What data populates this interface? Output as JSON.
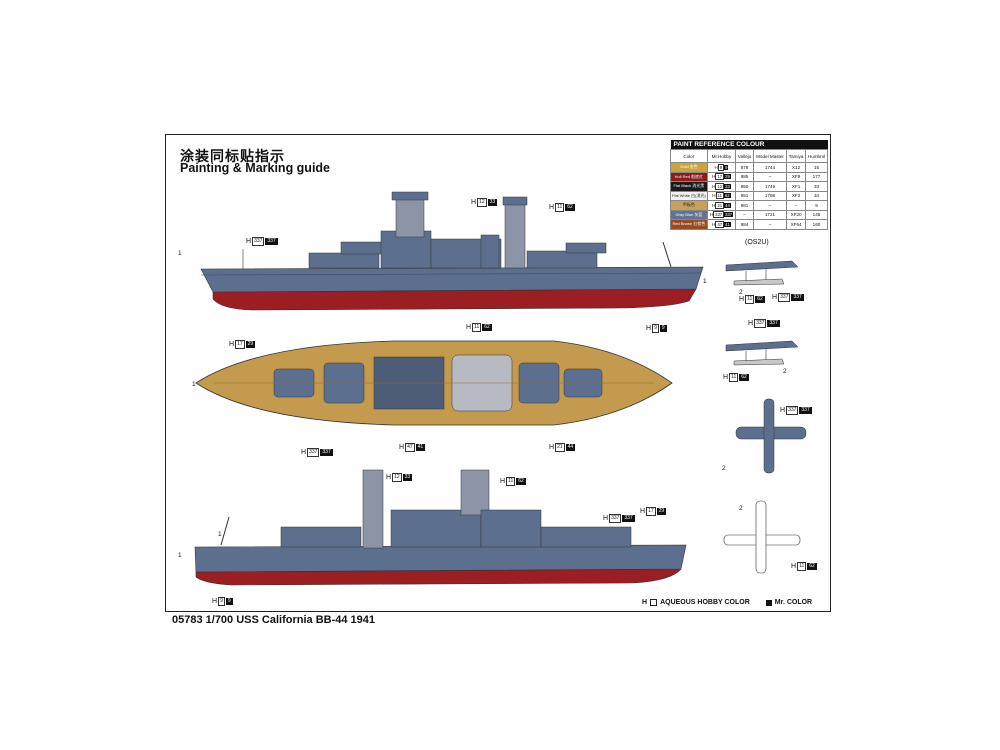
{
  "title_cn": "涂装同标贴指示",
  "title_en": "Painting & Marking guide",
  "footer": "05783 1/700 USS California BB-44 1941",
  "paint_table": {
    "heading": "PAINT REFERENCE COLOUR",
    "columns": [
      "Color",
      "Mr.Hobby",
      "Vallejo",
      "Model Master",
      "Tamiya",
      "Humbrol"
    ],
    "rows": [
      {
        "color_name": "Gold 金色",
        "swatch": "#c9a43a",
        "hobby_ab": "9",
        "hobby_mr": "9",
        "vallejo": "878",
        "model_master": "1744",
        "tamiya": "X12",
        "humbrol": "16"
      },
      {
        "color_name": "Hull Red 船底红",
        "swatch": "#8a1c1c",
        "hobby_ab": "17",
        "hobby_mr": "29",
        "vallejo": "985",
        "model_master": "–",
        "tamiya": "XF9",
        "humbrol": "177"
      },
      {
        "color_name": "Flat Black 消光黑",
        "swatch": "#1a1a1a",
        "hobby_ab": "12",
        "hobby_mr": "33",
        "vallejo": "950",
        "model_master": "1749",
        "tamiya": "XF1",
        "humbrol": "33"
      },
      {
        "color_name": "Flat White 白(消光)",
        "swatch": "#f2f2f2",
        "hobby_ab": "11",
        "hobby_mr": "62",
        "vallejo": "951",
        "model_master": "1768",
        "tamiya": "XF2",
        "humbrol": "34"
      },
      {
        "color_name": "甲板色",
        "swatch": "#c8a059",
        "hobby_ab": "21",
        "hobby_mr": "44",
        "vallejo": "981",
        "model_master": "–",
        "tamiya": "–",
        "humbrol": "9"
      },
      {
        "color_name": "Gray Blue 灰蓝",
        "swatch": "#5f7396",
        "hobby_ab": "337",
        "hobby_mr": "337",
        "vallejo": "–",
        "model_master": "1721",
        "tamiya": "XF20",
        "humbrol": "145"
      },
      {
        "color_name": "Red Brown 红棕色",
        "swatch": "#9a4a22",
        "hobby_ab": "47",
        "hobby_mr": "41",
        "vallejo": "984",
        "model_master": "–",
        "tamiya": "XF64",
        "humbrol": "160"
      }
    ]
  },
  "callouts": {
    "top_337": {
      "ab": "337",
      "mb": "337"
    },
    "top_1233": {
      "ab": "12",
      "mb": "33"
    },
    "top_1162": {
      "ab": "11",
      "mb": "62"
    },
    "top_1729": {
      "ab": "17",
      "mb": "29"
    },
    "top_99": {
      "ab": "9",
      "mb": "9"
    },
    "deck_1162": {
      "ab": "11",
      "mb": "62"
    },
    "deck_337": {
      "ab": "337",
      "mb": "337"
    },
    "deck_4741": {
      "ab": "47",
      "mb": "41"
    },
    "deck_2144": {
      "ab": "21",
      "mb": "44"
    },
    "bot_1233": {
      "ab": "12",
      "mb": "33"
    },
    "bot_1162": {
      "ab": "11",
      "mb": "62"
    },
    "bot_337": {
      "ab": "337",
      "mb": "337"
    },
    "bot_1729": {
      "ab": "17",
      "mb": "29"
    },
    "bot_99": {
      "ab": "9",
      "mb": "9"
    },
    "air1_1162": {
      "ab": "11",
      "mb": "62"
    },
    "air1_337": {
      "ab": "337",
      "mb": "337"
    },
    "air2_337": {
      "ab": "337",
      "mb": "337"
    },
    "air2_1162": {
      "ab": "11",
      "mb": "62"
    },
    "air3_337": {
      "ab": "337",
      "mb": "337"
    },
    "air4_1162": {
      "ab": "11",
      "mb": "62"
    }
  },
  "aircraft_label": "OS2U",
  "numbers": {
    "one": "1",
    "two": "2"
  },
  "legend": {
    "aqueous": "AQUEOUS HOBBY COLOR",
    "mr": "Mr. COLOR",
    "h": "H"
  },
  "colors": {
    "hull_red": "#9a1e22",
    "gray_blue": "#5d6f8f",
    "deck": "#c49a4e",
    "dark": "#222222"
  }
}
